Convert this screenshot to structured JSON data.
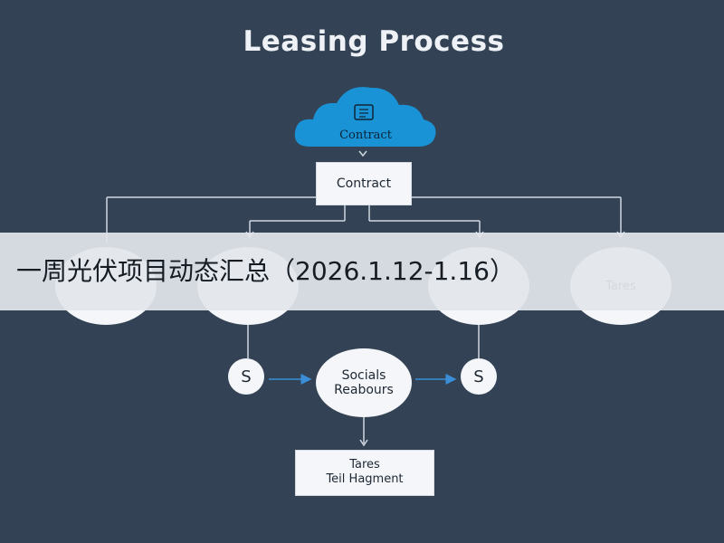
{
  "title": "Leasing Process",
  "cloud": {
    "label": "Contract",
    "icon": "document-icon",
    "color": "#1a92d6"
  },
  "contract_box": {
    "label": "Contract"
  },
  "nodes": [
    {
      "label": ""
    },
    {
      "label": ""
    },
    {
      "label": ""
    },
    {
      "label": "Tares"
    }
  ],
  "s_nodes": [
    {
      "label": "S"
    },
    {
      "label": "S"
    }
  ],
  "center_node": {
    "line1": "Socials",
    "line2": "Reabours"
  },
  "bottom_box": {
    "line1": "Tares",
    "line2": "Teil Hagment"
  },
  "banner": {
    "text": "一周光伏项目动态汇总（2026.1.12-1.16）"
  },
  "colors": {
    "background": "#334355",
    "node": "#f4f6f9",
    "line": "#cfd6df",
    "arrow": "#3b8fd8"
  }
}
